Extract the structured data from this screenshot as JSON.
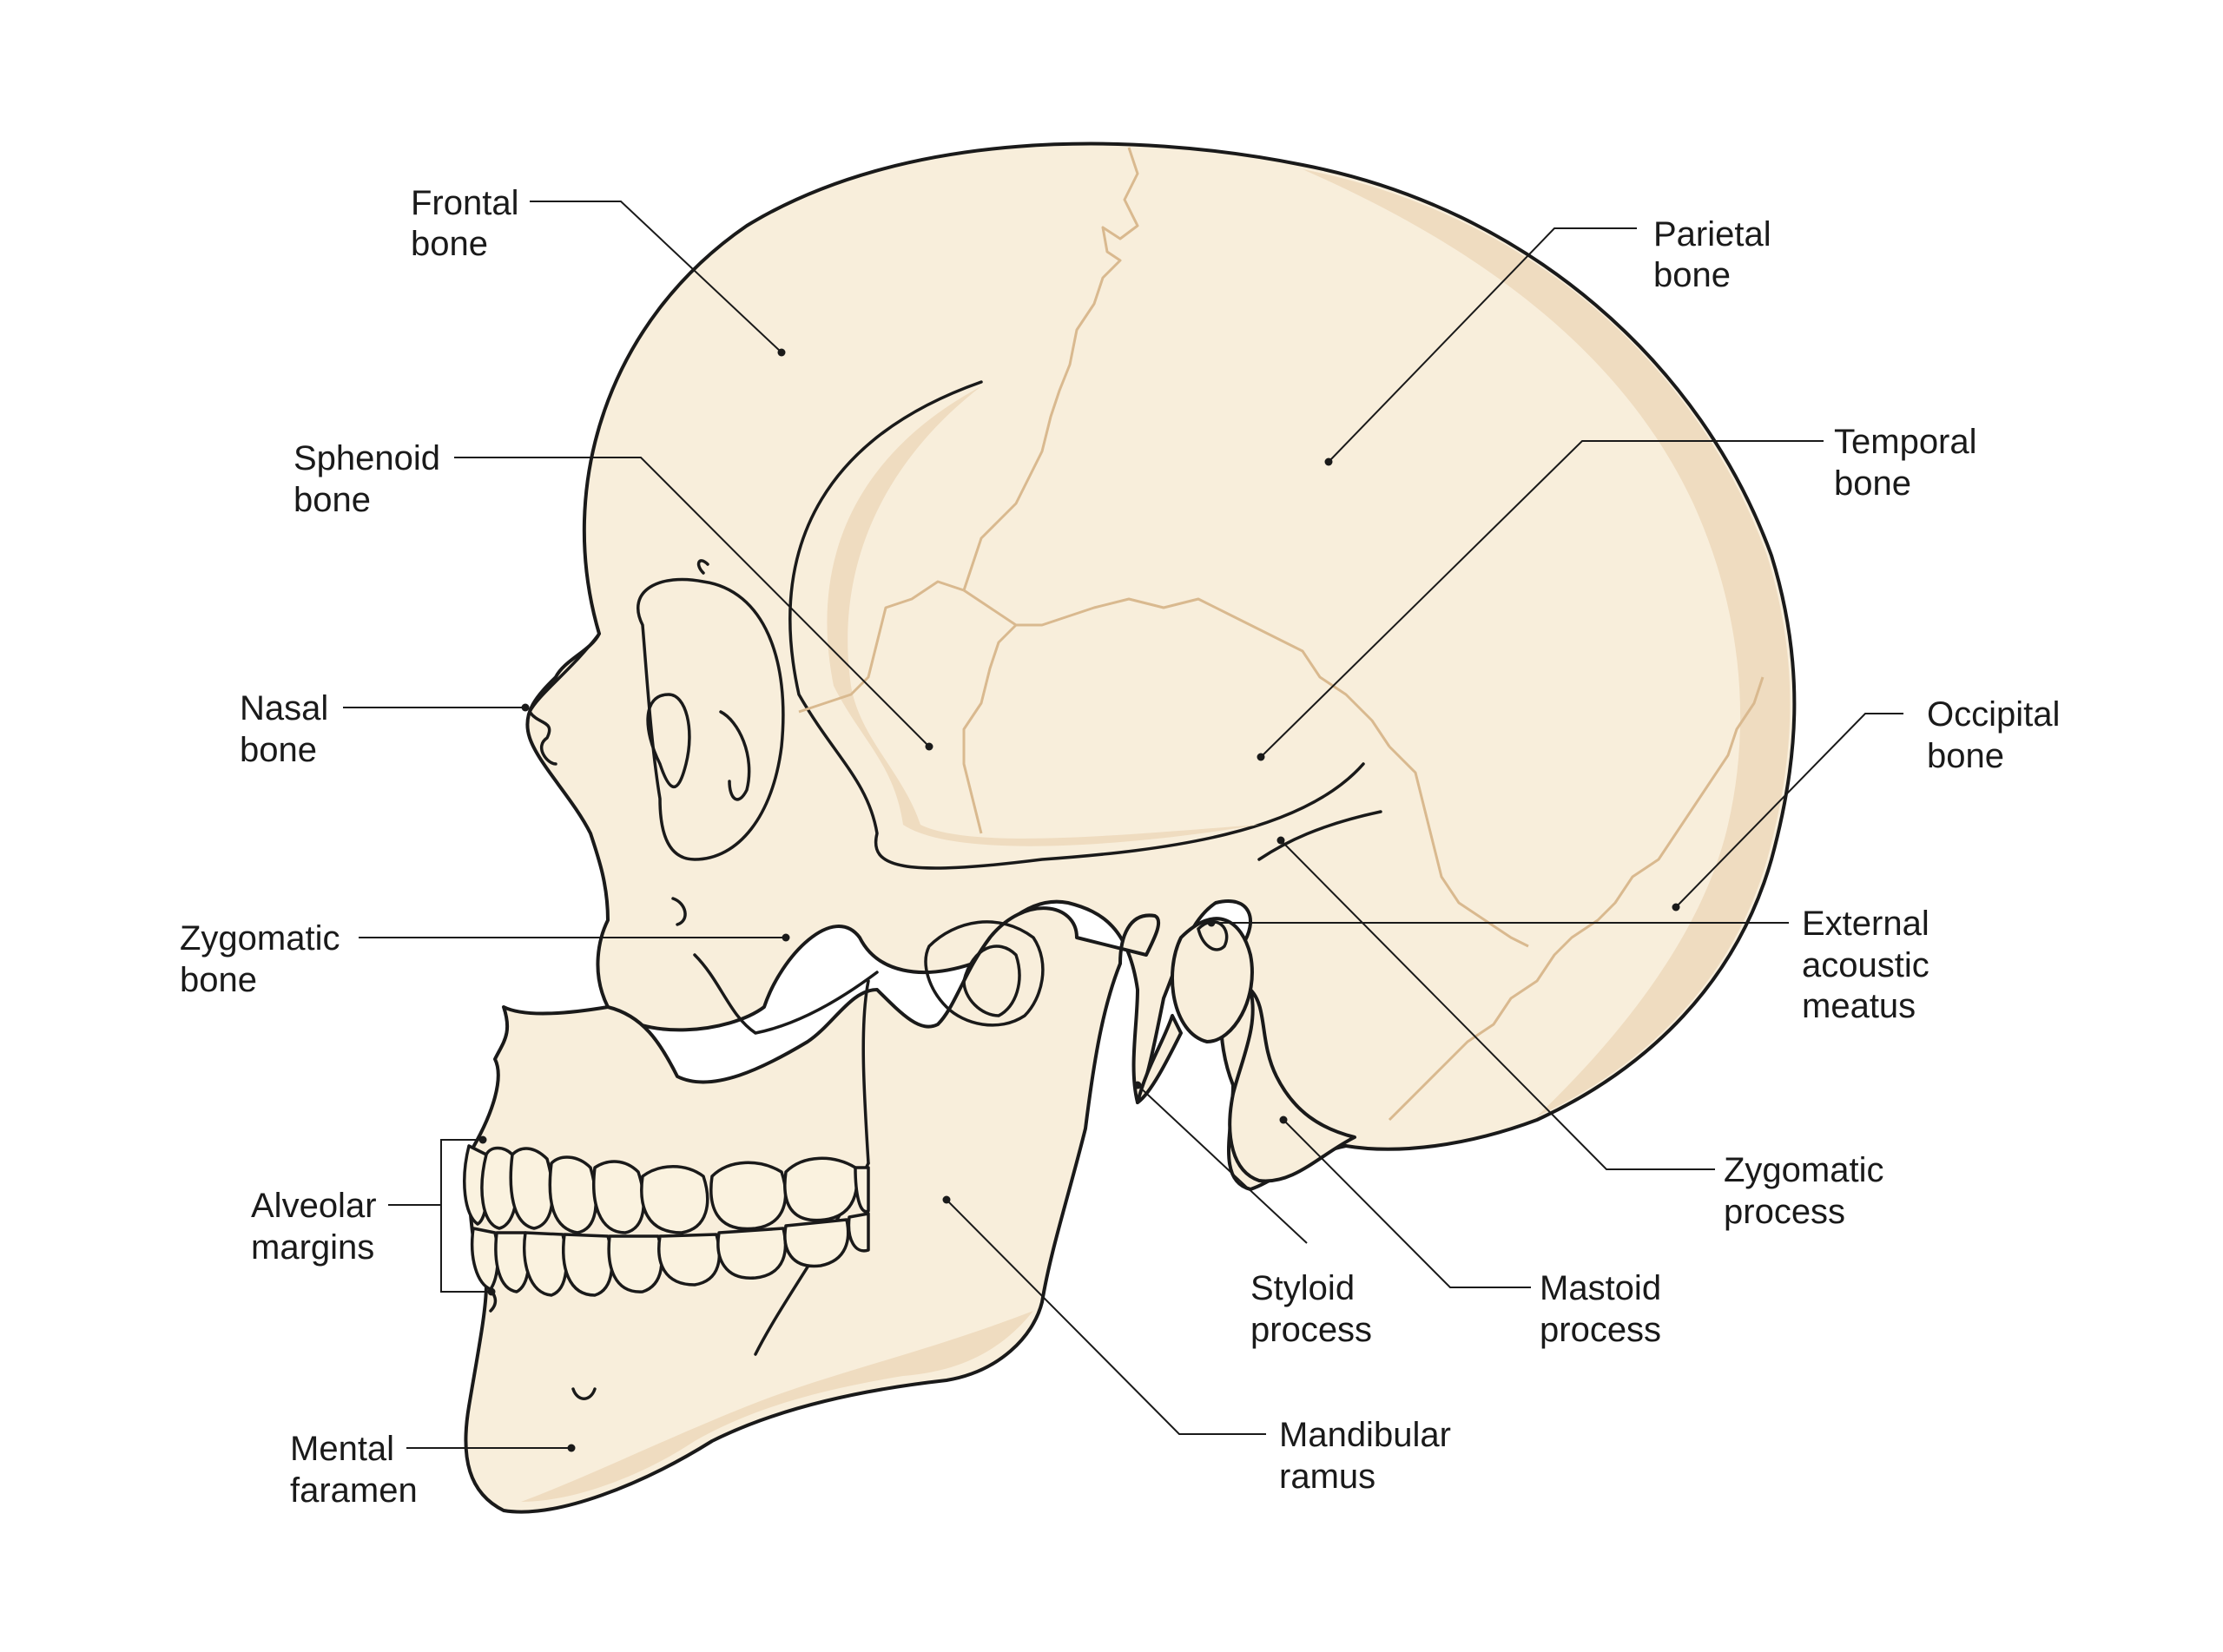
{
  "labels": [
    {
      "id": "frontal",
      "lines": [
        "Frontal",
        "bone"
      ]
    },
    {
      "id": "sphenoid",
      "lines": [
        "Sphenoid",
        "bone"
      ]
    },
    {
      "id": "nasal",
      "lines": [
        "Nasal",
        "bone"
      ]
    },
    {
      "id": "zygomatic_bone",
      "lines": [
        "Zygomatic",
        "bone"
      ]
    },
    {
      "id": "alveolar",
      "lines": [
        "Alveolar",
        "margins"
      ]
    },
    {
      "id": "mental",
      "lines": [
        "Mental",
        "faramen"
      ]
    },
    {
      "id": "parietal",
      "lines": [
        "Parietal",
        "bone"
      ]
    },
    {
      "id": "temporal",
      "lines": [
        "Temporal",
        "bone"
      ]
    },
    {
      "id": "occipital",
      "lines": [
        "Occipital",
        "bone"
      ]
    },
    {
      "id": "external_acoustic",
      "lines": [
        "External",
        "acoustic",
        "meatus"
      ]
    },
    {
      "id": "zygomatic_process",
      "lines": [
        "Zygomatic",
        "process"
      ]
    },
    {
      "id": "styloid",
      "lines": [
        "Styloid",
        "process"
      ]
    },
    {
      "id": "mastoid",
      "lines": [
        "Mastoid",
        "process"
      ]
    },
    {
      "id": "mandibular_ramus",
      "lines": [
        "Mandibular",
        "ramus"
      ]
    }
  ],
  "colors": {
    "bone_fill": "#f8eedb",
    "bone_shade": "#efdcc0",
    "suture": "#d9b98f",
    "outline": "#1a1a1a"
  }
}
